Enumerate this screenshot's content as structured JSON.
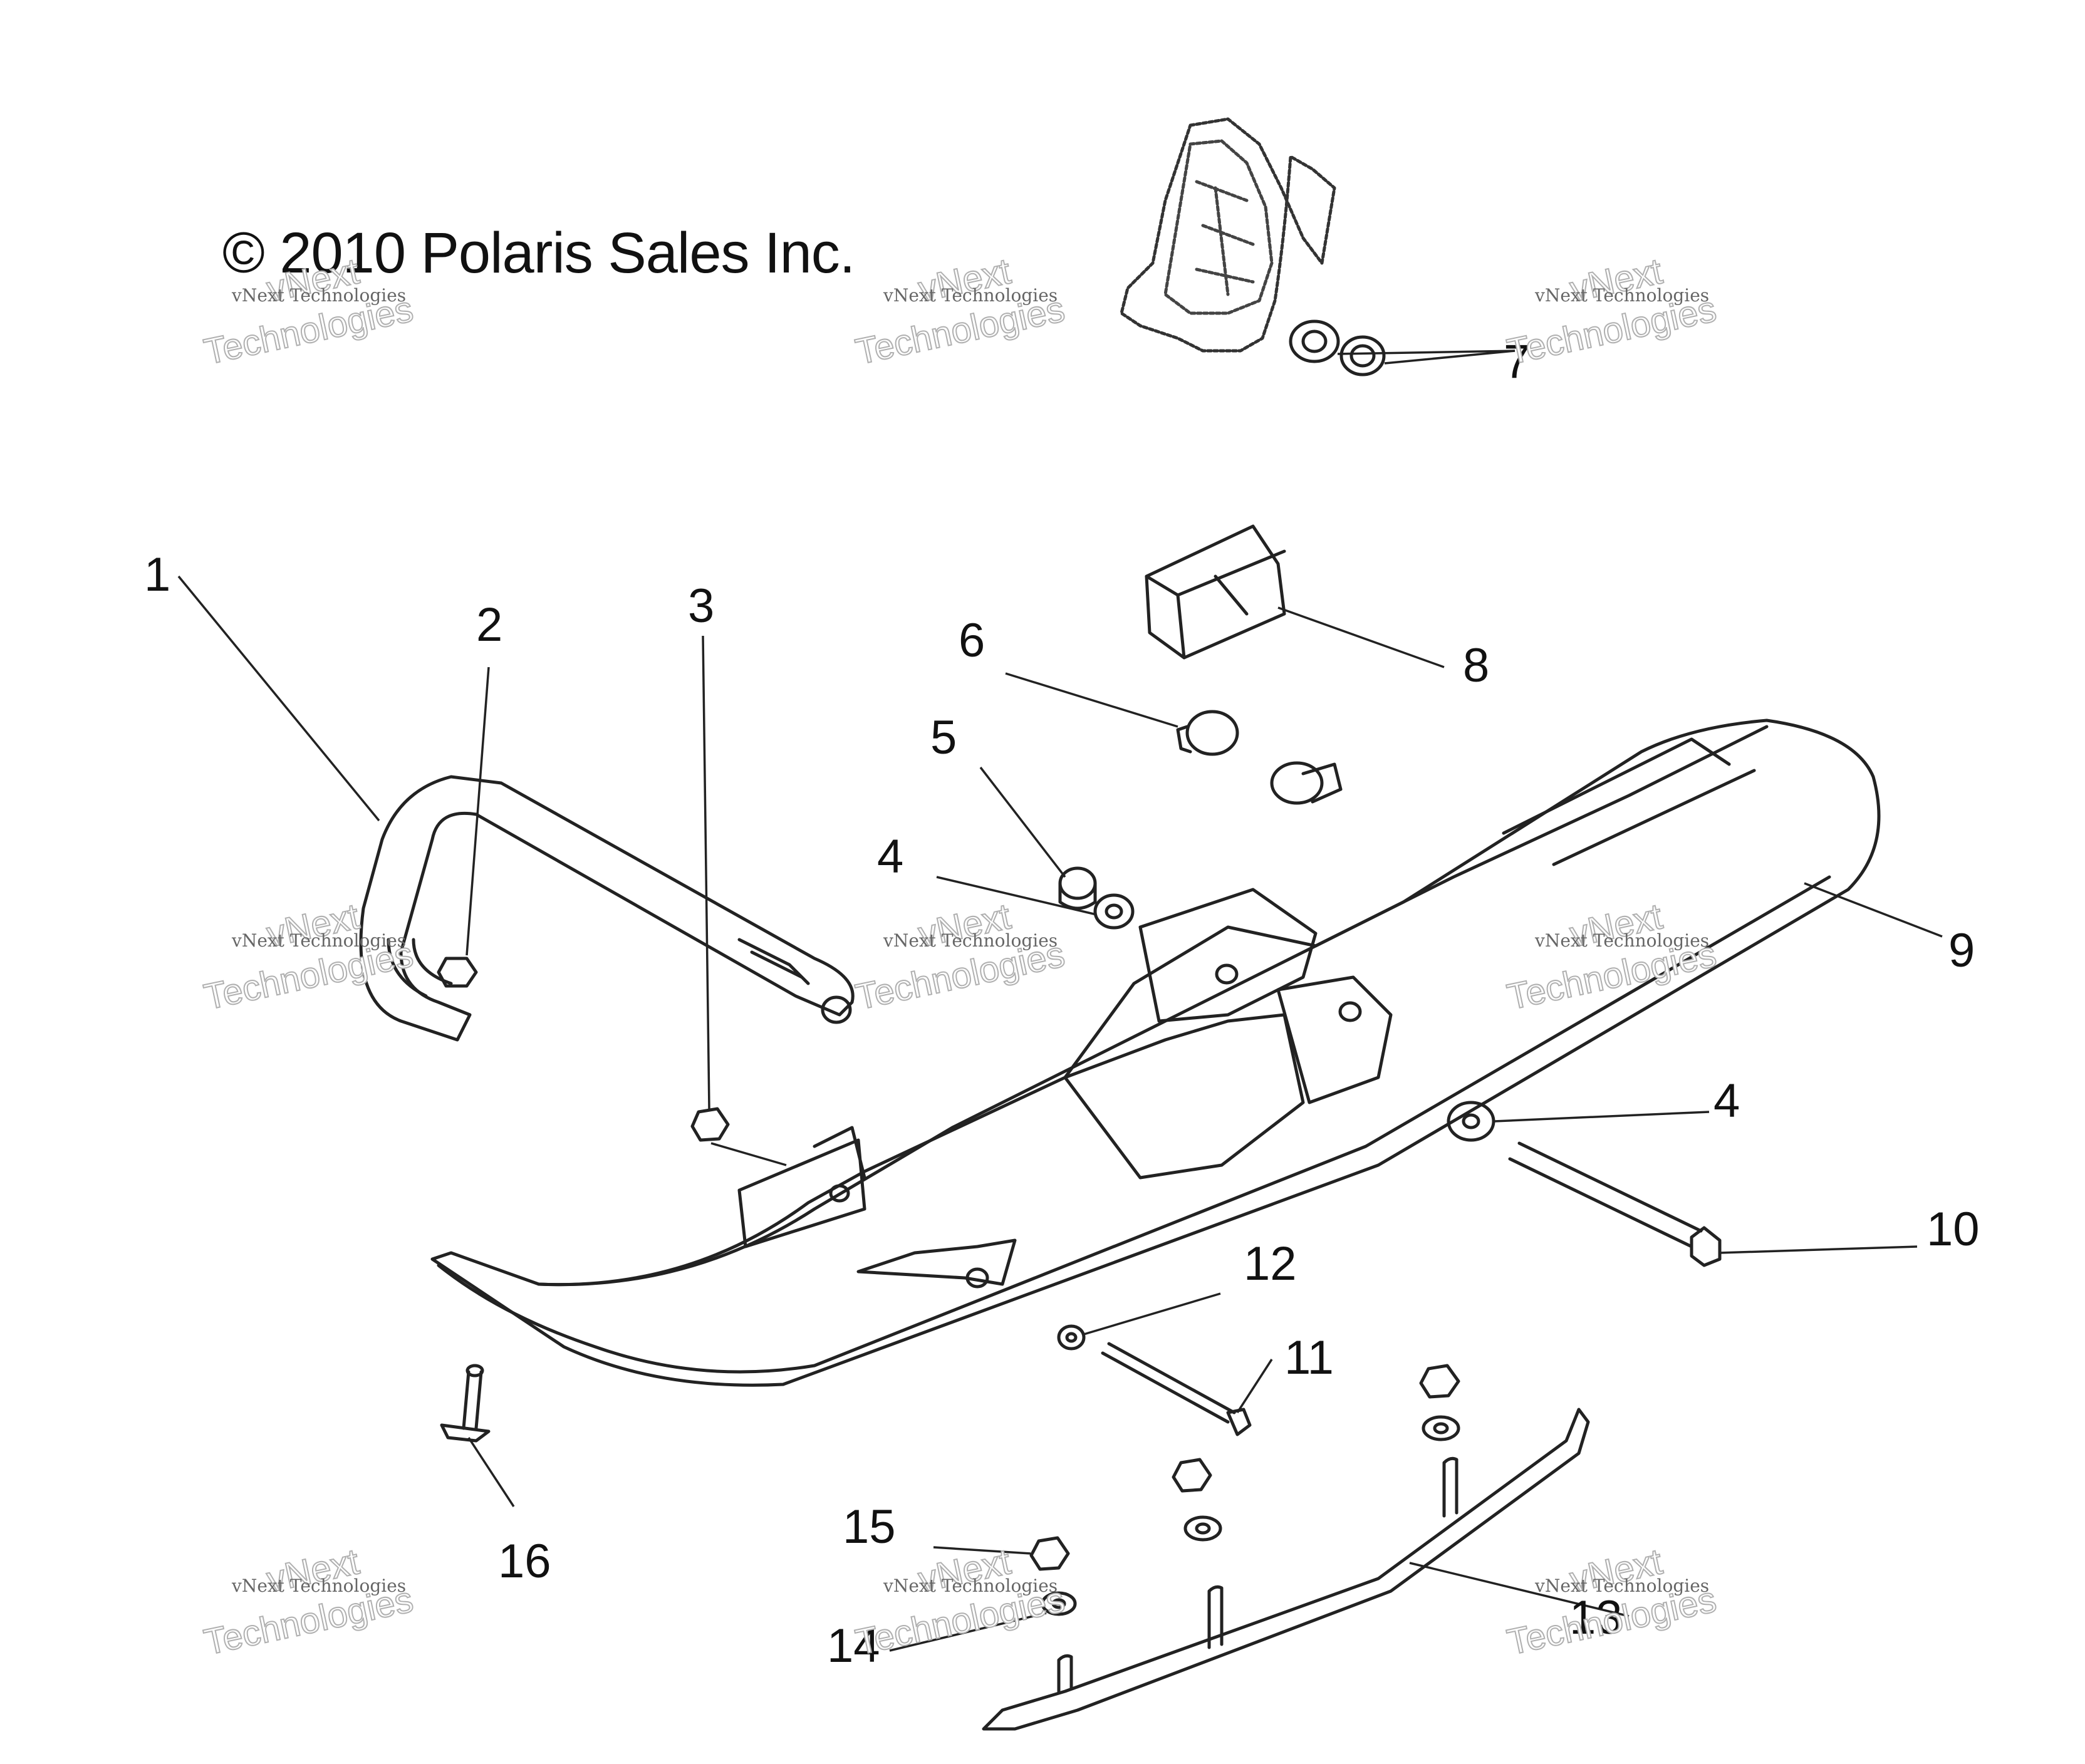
{
  "copyright": "© 2010 Polaris Sales Inc.",
  "watermark": {
    "small_text": "vNext Technologies",
    "big_line1": "vNext",
    "big_line2": "Technologies"
  },
  "callouts": [
    {
      "id": "c1",
      "label": "1"
    },
    {
      "id": "c2",
      "label": "2"
    },
    {
      "id": "c3",
      "label": "3"
    },
    {
      "id": "c4a",
      "label": "4"
    },
    {
      "id": "c4b",
      "label": "4"
    },
    {
      "id": "c5",
      "label": "5"
    },
    {
      "id": "c6",
      "label": "6"
    },
    {
      "id": "c7",
      "label": "7"
    },
    {
      "id": "c8",
      "label": "8"
    },
    {
      "id": "c9",
      "label": "9"
    },
    {
      "id": "c10",
      "label": "10"
    },
    {
      "id": "c11",
      "label": "11"
    },
    {
      "id": "c12",
      "label": "12"
    },
    {
      "id": "c13",
      "label": "13"
    },
    {
      "id": "c14",
      "label": "14"
    },
    {
      "id": "c15",
      "label": "15"
    },
    {
      "id": "c16",
      "label": "16"
    }
  ],
  "colors": {
    "line": "#222222",
    "fill": "#ffffff",
    "watermark": "#b0b0b0"
  }
}
